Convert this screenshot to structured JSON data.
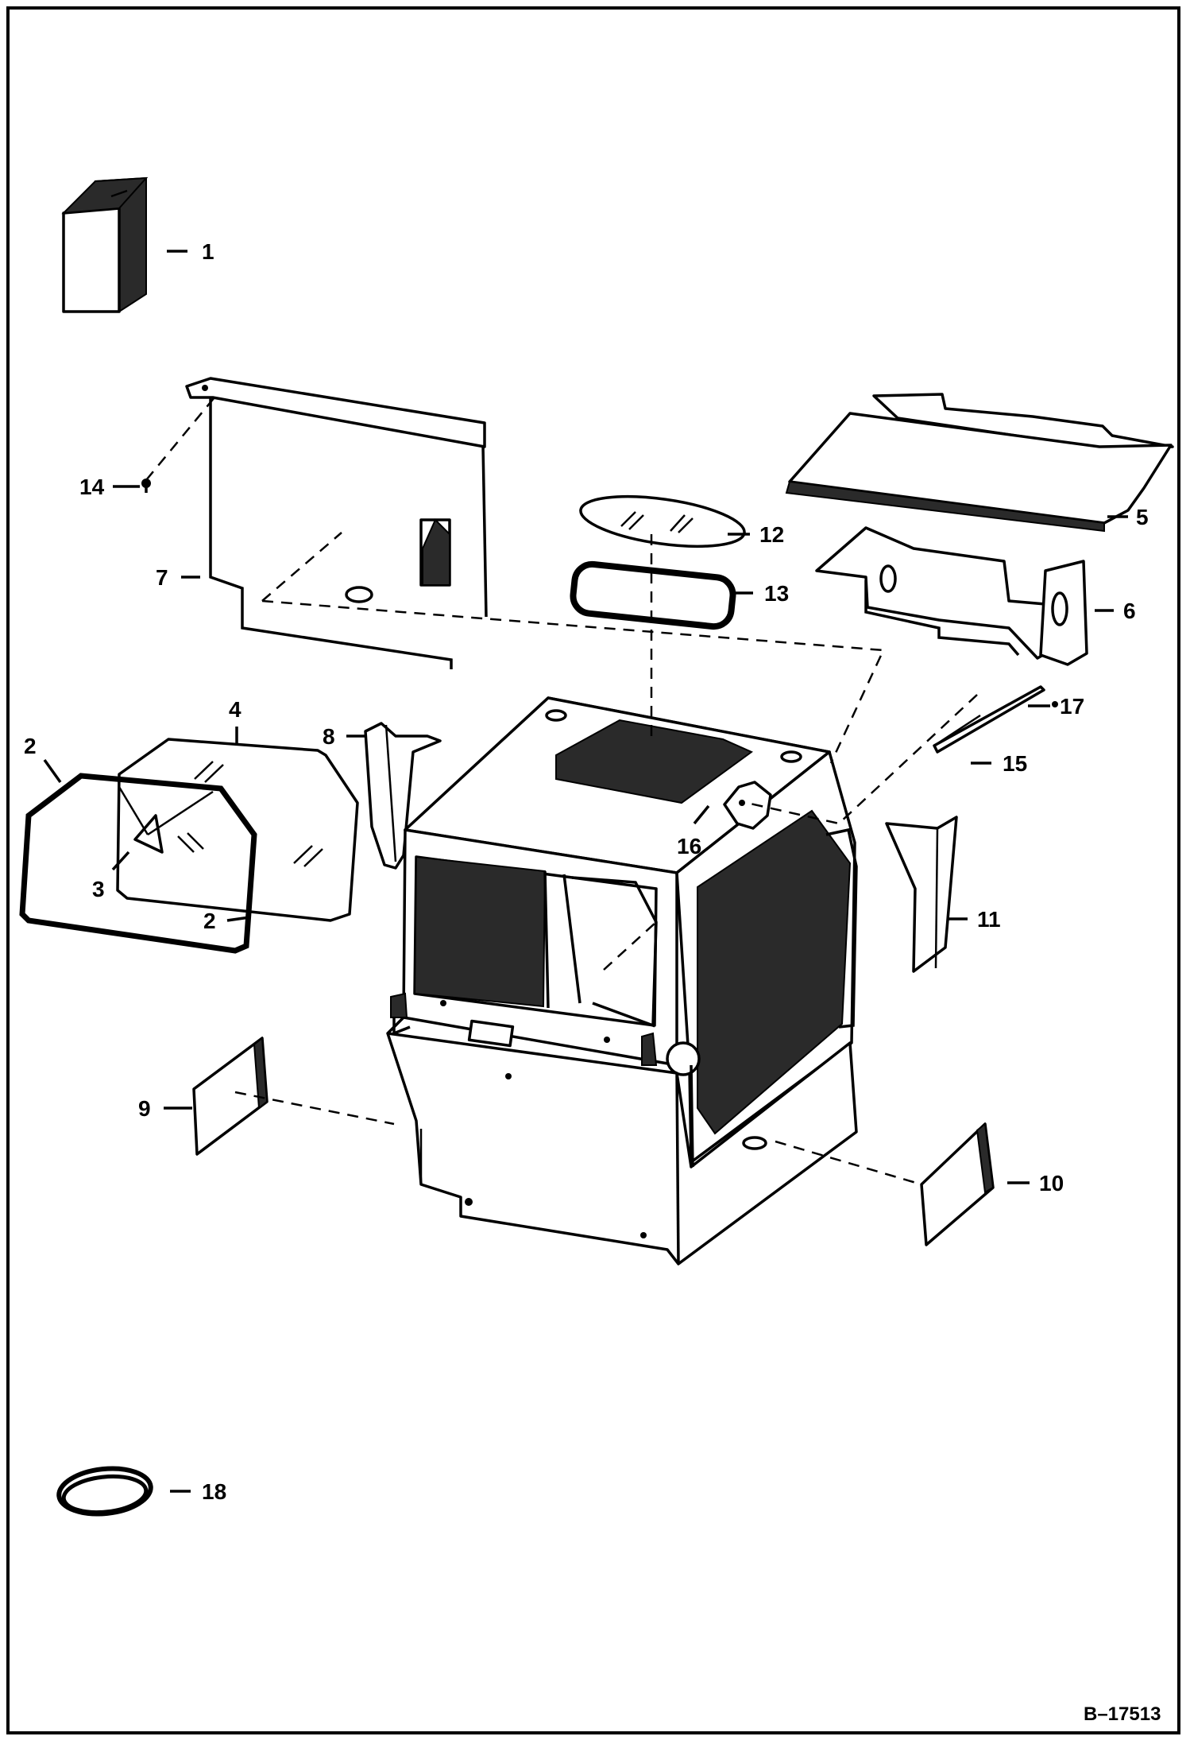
{
  "figure_id": "B–17513",
  "labels": [
    "1",
    "2",
    "3",
    "4",
    "5",
    "6",
    "7",
    "8",
    "9",
    "10",
    "11",
    "12",
    "13",
    "14",
    "15",
    "16",
    "17",
    "18",
    "2"
  ]
}
